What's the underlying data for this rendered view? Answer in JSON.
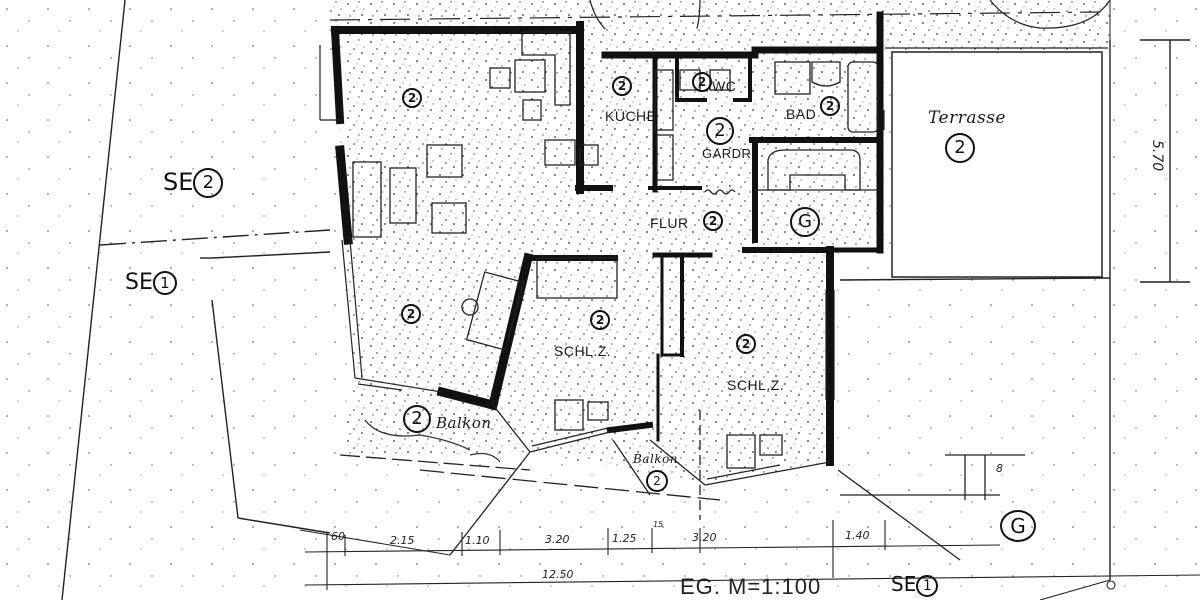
{
  "plan": {
    "title": "EG. M=1:100",
    "rooms": [
      {
        "id": "living",
        "label": "",
        "marker": "2"
      },
      {
        "id": "kitchen",
        "label": "KÜCHE",
        "marker": "2"
      },
      {
        "id": "wc",
        "label": "WC",
        "marker": "2"
      },
      {
        "id": "bath",
        "label": "BAD",
        "marker": "2"
      },
      {
        "id": "wardrobe",
        "label": "GARDR",
        "marker": "2"
      },
      {
        "id": "hall",
        "label": "FLUR",
        "marker": "2"
      },
      {
        "id": "garage-storage",
        "label": "",
        "marker": "G"
      },
      {
        "id": "terrace",
        "label": "Terrasse",
        "marker": "2"
      },
      {
        "id": "dining",
        "label": "",
        "marker": "2"
      },
      {
        "id": "bedroom-1",
        "label": "SCHL.Z.",
        "marker": "2"
      },
      {
        "id": "bedroom-2",
        "label": "SCHL.Z.",
        "marker": "2"
      },
      {
        "id": "balcony-1",
        "label": "Balkon",
        "marker": "2"
      },
      {
        "id": "balcony-2",
        "label": "Balkon",
        "marker": "2"
      },
      {
        "id": "garden",
        "label": "",
        "marker": "G"
      }
    ],
    "zones": [
      {
        "prefix": "SE",
        "marker": "2"
      },
      {
        "prefix": "SE",
        "marker": "1"
      },
      {
        "prefix": "SE",
        "marker": "1"
      }
    ],
    "dimensions": {
      "bottom_segments": [
        "60",
        "2.15",
        "1.10",
        "3.20",
        "1.25",
        "3.20",
        "1.40"
      ],
      "bottom_total": "12.50",
      "right_vertical": "5.70",
      "small_right": "8",
      "small_label": "15"
    },
    "colors": {
      "ink": "#111111",
      "paper": "#ffffff",
      "speckle": "#3a3a3a"
    }
  }
}
